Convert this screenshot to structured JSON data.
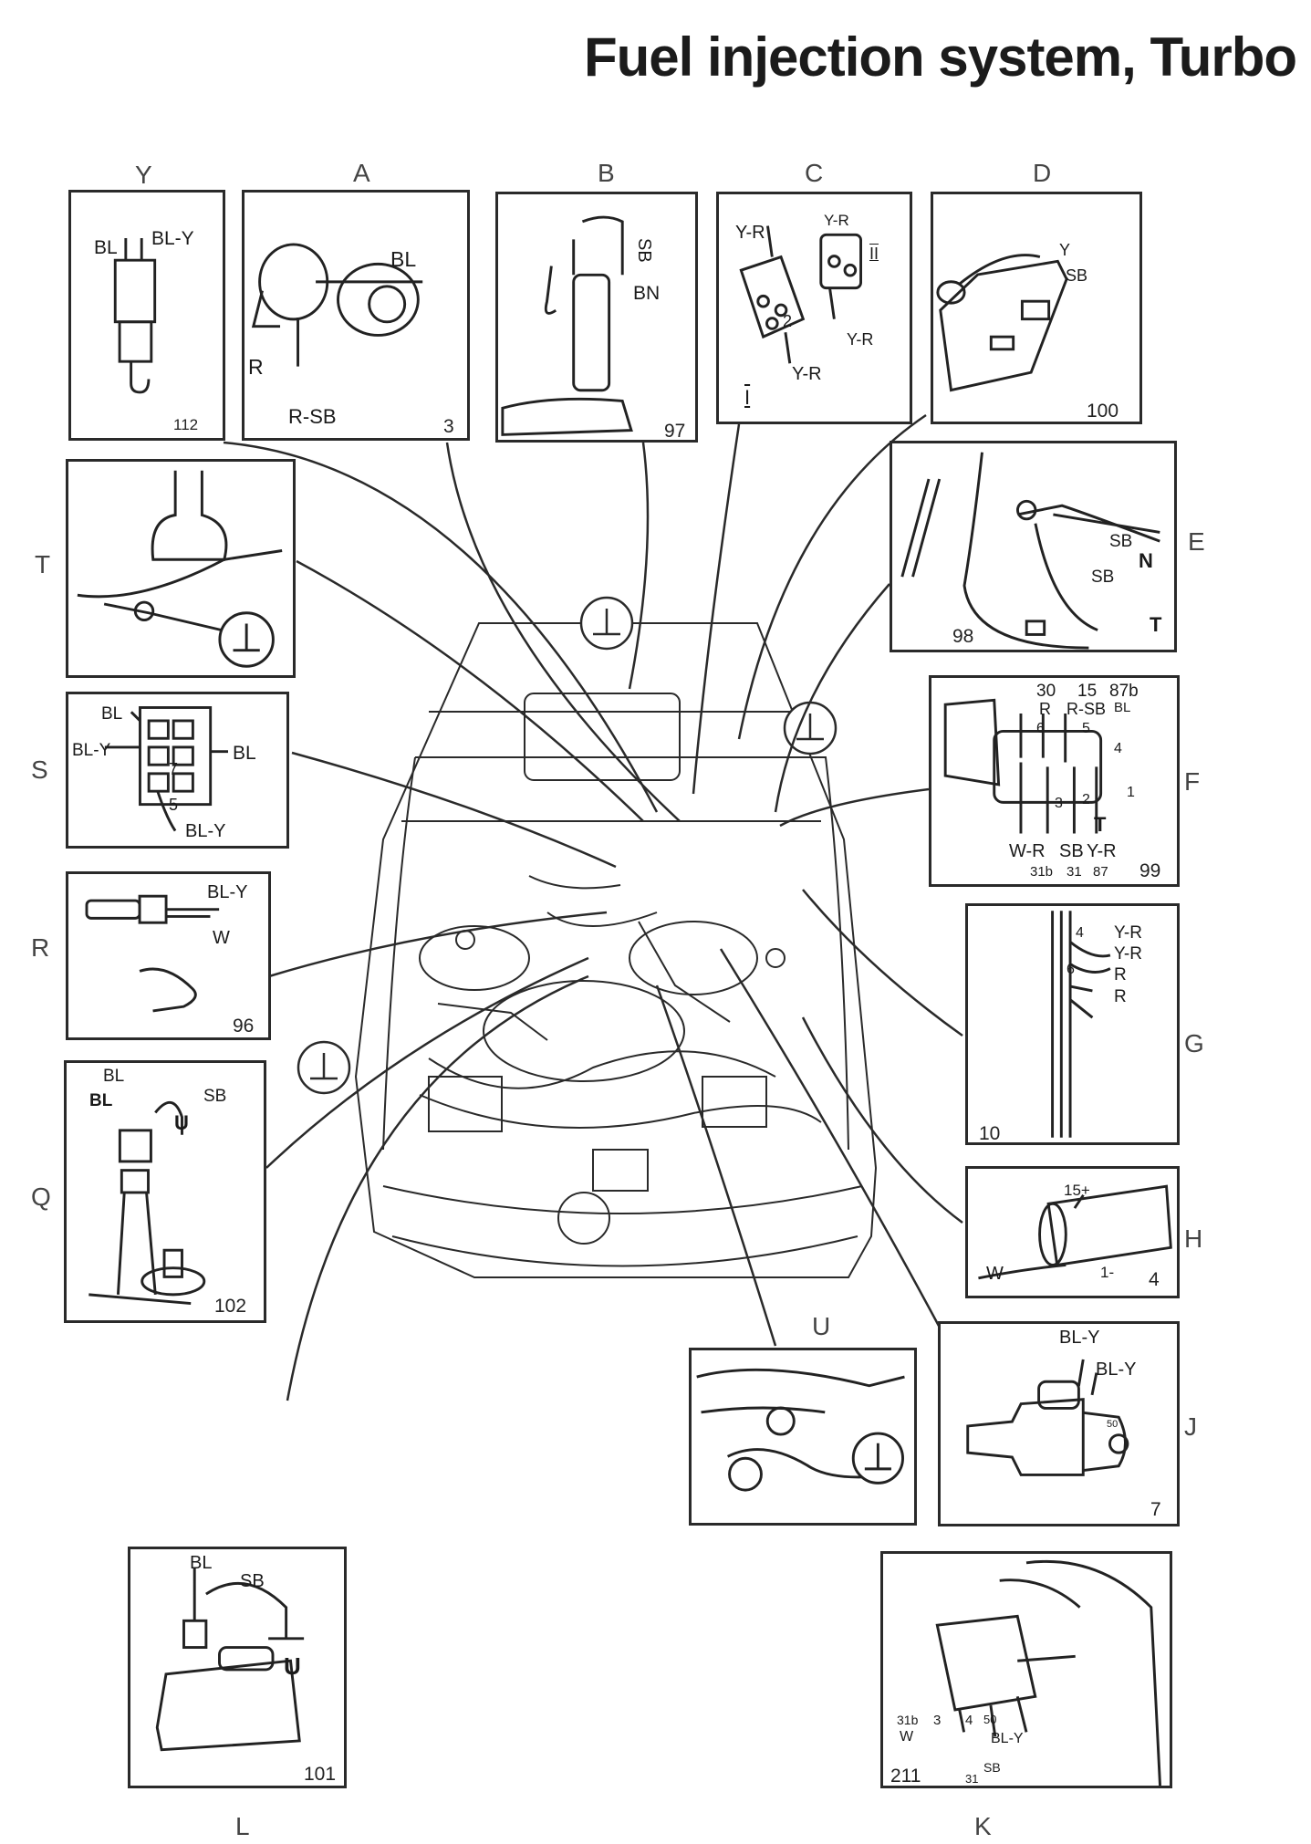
{
  "title": "Fuel injection system, Turbo",
  "components": [
    {
      "id": "Y",
      "number": "112",
      "wires": [
        "BL",
        "BL-Y"
      ]
    },
    {
      "id": "A",
      "number": "3",
      "wires": [
        "BL",
        "R",
        "R-SB"
      ]
    },
    {
      "id": "B",
      "number": "97",
      "wires": [
        "SB",
        "BN"
      ]
    },
    {
      "id": "C",
      "number": "",
      "wires": [
        "Y-R",
        "Y-R",
        "Y-R",
        "Y-R"
      ],
      "marks": [
        "II",
        "I",
        "2"
      ]
    },
    {
      "id": "D",
      "number": "100",
      "wires": [
        "Y",
        "SB"
      ]
    },
    {
      "id": "E",
      "number": "98",
      "wires": [
        "SB",
        "SB"
      ],
      "marks": [
        "N",
        "T"
      ]
    },
    {
      "id": "F",
      "number": "99",
      "wires": [
        "30",
        "15",
        "87b",
        "R",
        "R-SB",
        "BL",
        "6",
        "5",
        "4",
        "3",
        "2",
        "1",
        "W-R",
        "SB",
        "Y-R",
        "31b",
        "31",
        "87"
      ],
      "marks": [
        "T"
      ]
    },
    {
      "id": "G",
      "number": "10",
      "wires": [
        "Y-R",
        "Y-R",
        "R",
        "R"
      ],
      "marks": [
        "4",
        "6"
      ]
    },
    {
      "id": "H",
      "number": "4",
      "wires": [
        "W"
      ],
      "marks": [
        "15+",
        "1-"
      ]
    },
    {
      "id": "J",
      "number": "7",
      "wires": [
        "BL-Y",
        "BL-Y"
      ],
      "marks": [
        "50"
      ]
    },
    {
      "id": "K",
      "number": "211",
      "wires": [
        "31b",
        "W",
        "3",
        "4",
        "50",
        "BL-Y",
        "SB",
        "31"
      ]
    },
    {
      "id": "L",
      "number": "101",
      "wires": [
        "BL",
        "SB"
      ],
      "marks": [
        "U"
      ]
    },
    {
      "id": "U",
      "number": "",
      "wires": []
    },
    {
      "id": "Q",
      "number": "102",
      "wires": [
        "BL",
        "BL",
        "SB"
      ],
      "marks": [
        "U"
      ]
    },
    {
      "id": "R",
      "number": "96",
      "wires": [
        "BL-Y",
        "W"
      ]
    },
    {
      "id": "S",
      "number": "",
      "wires": [
        "BL",
        "BL-Y",
        "BL",
        "BL-Y"
      ],
      "marks": [
        "7",
        "5"
      ]
    },
    {
      "id": "T",
      "number": "",
      "wires": []
    }
  ],
  "colors": {
    "ink": "#1f1f1f",
    "border": "#2a2a2a",
    "letter": "#444444",
    "paper": "#ffffff"
  }
}
